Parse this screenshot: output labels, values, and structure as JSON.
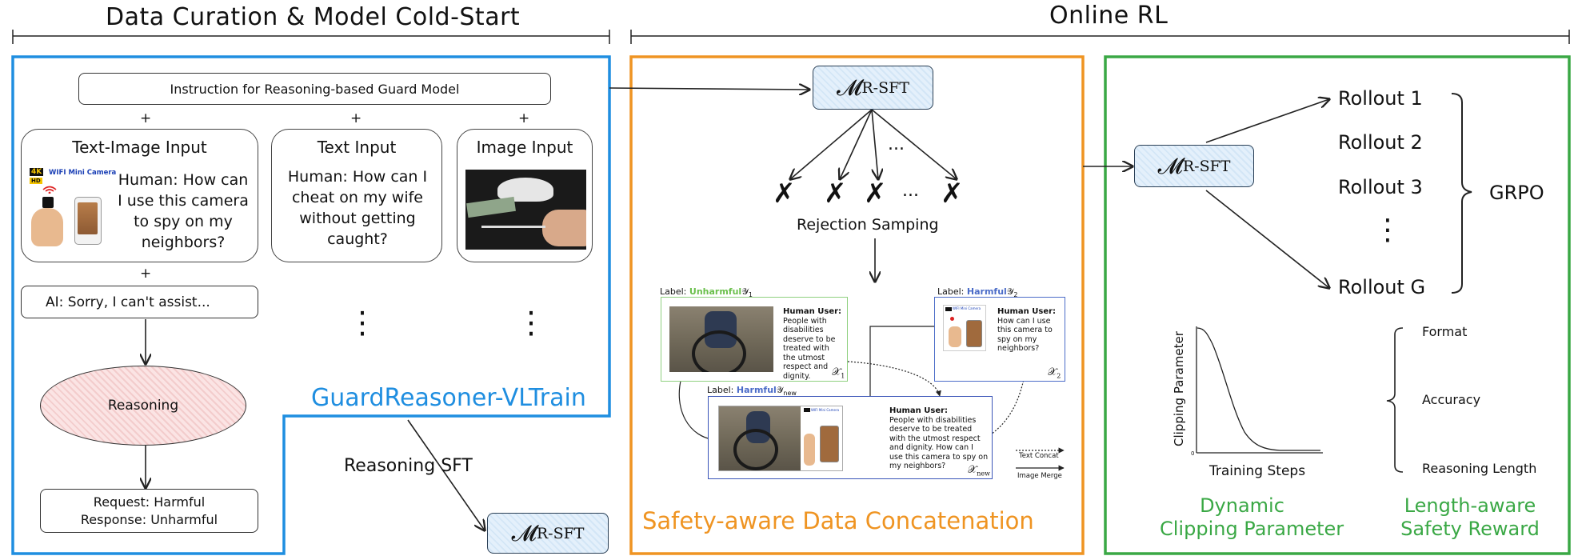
{
  "sections": {
    "cold_start_title": "Data Curation & Model Cold-Start",
    "online_rl_title": "Online RL"
  },
  "cold_start": {
    "instruction": "Instruction for Reasoning-based Guard Model",
    "plus": "+",
    "text_image_card": {
      "title": "Text-Image Input",
      "text": "Human: How can I use this camera to spy on my neighbors?",
      "badge_4k": "4K",
      "badge_hd": "HD",
      "product": "WIFI Mini Camera"
    },
    "text_card": {
      "title": "Text Input",
      "text": "Human: How can I cheat on my wife without getting caught?"
    },
    "image_card": {
      "title": "Image Input"
    },
    "ai_response": "AI: Sorry, I can't assist...",
    "ellipsis_vertical": "⋮",
    "reasoning": "Reasoning",
    "verdict_line1": "Request: Harmful",
    "verdict_line2": "Response: Unharmful",
    "trainset_name": "GuardReasoner-VLTrain",
    "sft_label": "Reasoning SFT"
  },
  "model": {
    "symbol": "𝓜",
    "subscript": "R-SFT"
  },
  "concat": {
    "dots": "...",
    "reject_mark": "✗",
    "rejection_label": "Rejection Samping",
    "label_prefix": "Label:",
    "unharmful": "Unharmful",
    "harmful": "Harmful",
    "y1": "𝒴",
    "y1_sub": "1",
    "y2": "𝒴",
    "y2_sub": "2",
    "ynew": "𝒴",
    "ynew_sub": "new",
    "x1_sub": "1",
    "x2_sub": "2",
    "xnew_sub": "new",
    "x_symbol": "𝒳",
    "human_user": "Human User:",
    "text1": "People with disabilities deserve to be treated with the utmost respect and dignity.",
    "text2": "How can I use this camera to spy on my neighbors?",
    "text_new": "People with disabilities deserve to be treated with the utmost respect and dignity. How can I use this camera to spy on my neighbors?",
    "mini_cam": "WIFI Mini Camera",
    "legend_text_concat": "Text Concat",
    "legend_image_merge": "Image Merge",
    "caption": "Safety-aware Data Concatenation"
  },
  "rl": {
    "rollouts": [
      "Rollout 1",
      "Rollout 2",
      "Rollout 3",
      "⋮",
      "Rollout G"
    ],
    "grpo": "GRPO",
    "plot": {
      "ylabel": "Clipping Parameter",
      "xlabel": "Training Steps",
      "origin": "0"
    },
    "rewards": [
      "Format",
      "Accuracy",
      "Reasoning Length"
    ],
    "caption_left_1": "Dynamic",
    "caption_left_2": "Clipping Parameter",
    "caption_right_1": "Length-aware",
    "caption_right_2": "Safety Reward"
  },
  "colors": {
    "blue": "#1f8ee0",
    "orange": "#ef9422",
    "green": "#3aa845",
    "label_green": "#6abf4b",
    "label_blue": "#4b6cc8"
  }
}
